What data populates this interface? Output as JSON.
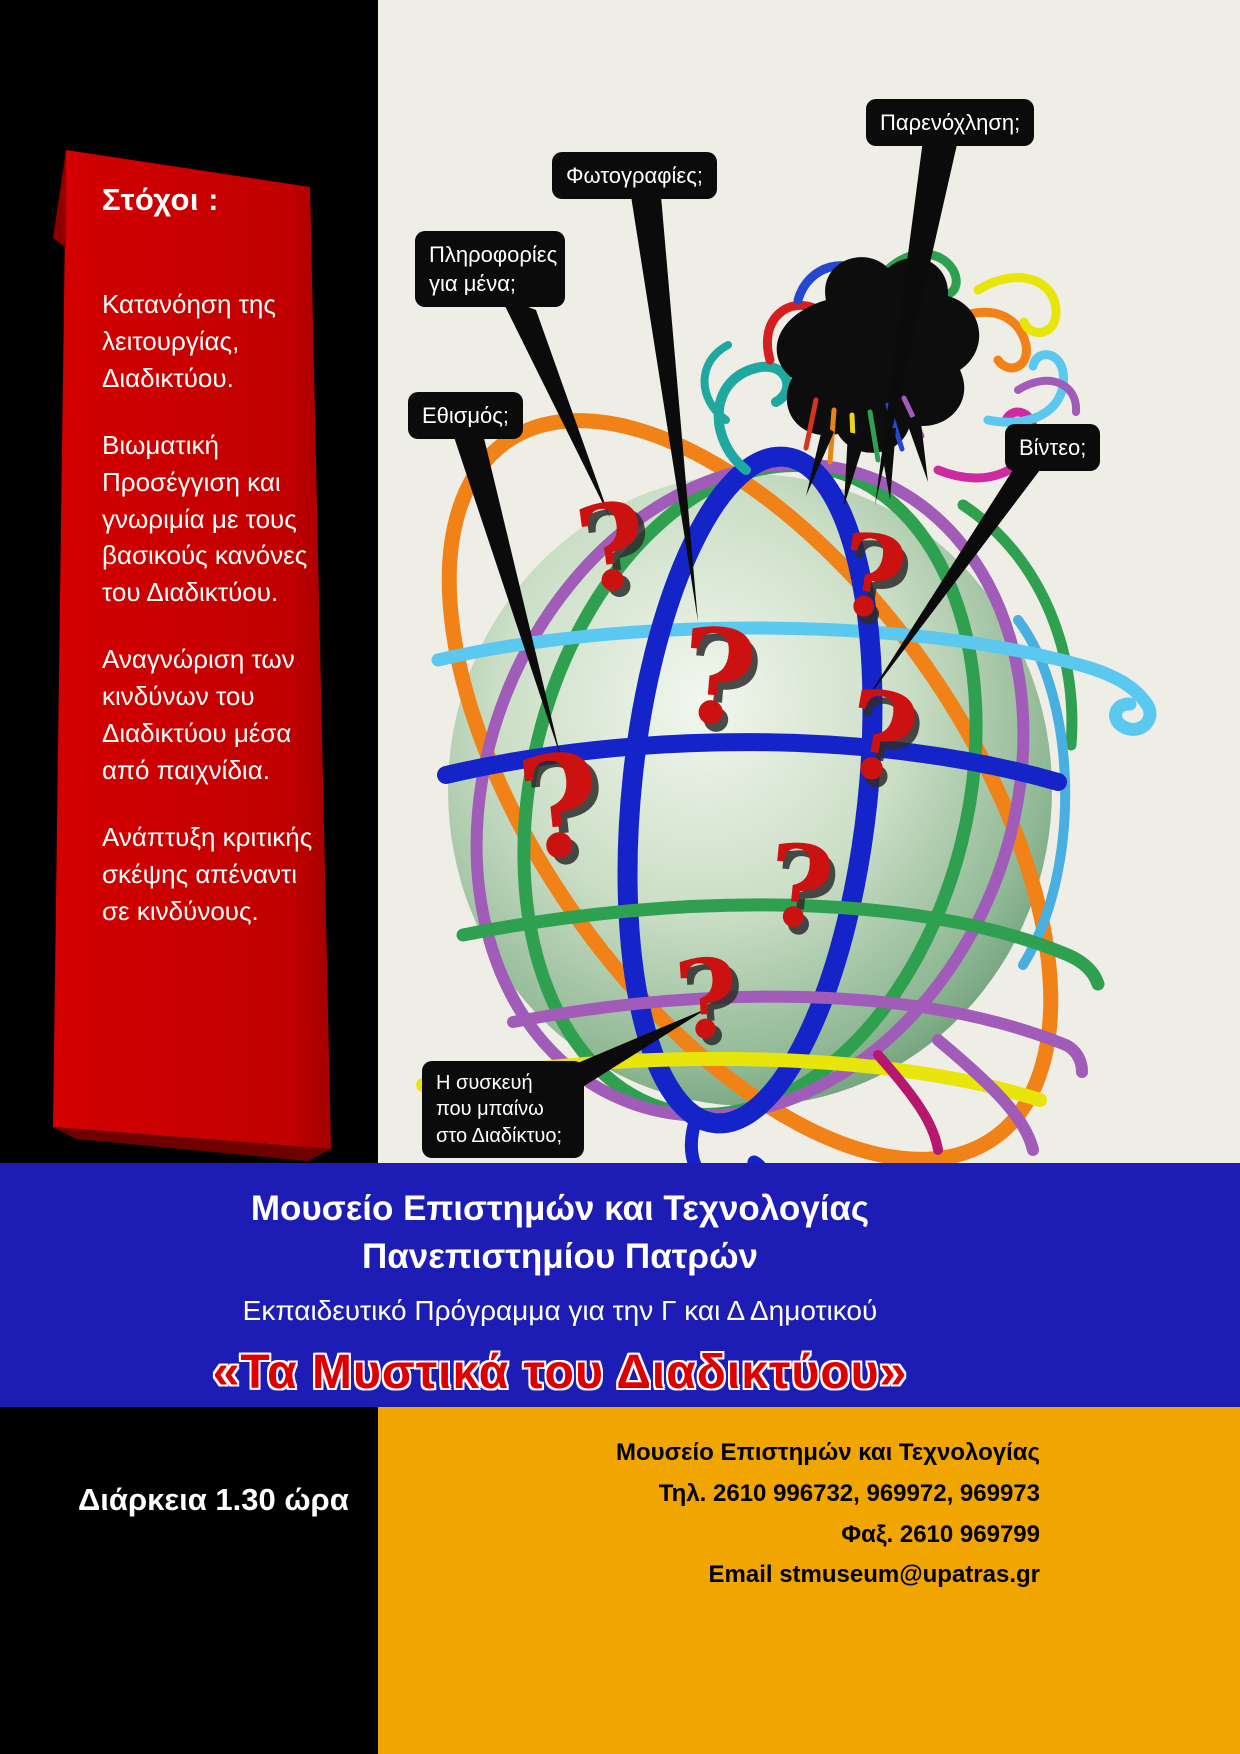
{
  "poster": {
    "goals": {
      "title": "Στόχοι :",
      "items": [
        "Κατανόηση της λειτουργίας, Διαδικτύου.",
        "Βιωματική Προσέγγιση και γνωριμία με τους βασικούς κανόνες του Διαδικτύου.",
        "Αναγνώριση των  κινδύνων του Διαδικτύου μέσα από παιχνίδια.",
        "Ανάπτυξη κριτικής σκέψης απέναντι σε κινδύνους."
      ]
    },
    "qm": "?",
    "callouts": [
      "Παρενόχληση;",
      "Φωτογραφίες;",
      "Πληροφορίες για μένα;",
      "Εθισμός;",
      "Βίντεο;",
      "Η συσκευή που μπαίνω  στο Διαδίκτυο;"
    ],
    "banner": {
      "line1": "Μουσείο  Επιστημών και Τεχνολογίας",
      "line2": "Πανεπιστημίου Πατρών",
      "line3": "Εκπαιδευτικό Πρόγραμμα για την Γ και Δ Δημοτικού",
      "title": "«Τα Μυστικά του Διαδικτύου»"
    },
    "footer": {
      "duration": "Διάρκεια  1.30 ώρα",
      "contact": [
        "Μουσείο Επιστημών και Τεχνολογίας",
        "Τηλ. 2610 996732, 969972, 969973",
        "Φαξ. 2610 969799",
        "Email stmuseum@upatras.gr"
      ]
    },
    "colors": {
      "ribbon_red": "#C40000",
      "band_blue": "#1D1DB5",
      "band_gold": "#F0A500",
      "question_red": "#CC1111",
      "canvas_bg": "#EFEEE6"
    }
  }
}
